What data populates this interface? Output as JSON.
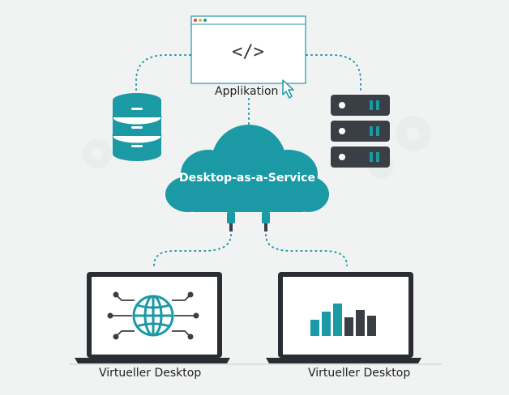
{
  "application": {
    "code_symbol": "</>",
    "label": "Applikation"
  },
  "cloud": {
    "label": "Desktop-as-a-Service"
  },
  "desktops": [
    {
      "label": "Virtueller Desktop",
      "screen_content": "globe-network-icon"
    },
    {
      "label": "Virtueller Desktop",
      "screen_content": "bar-chart-icon"
    }
  ],
  "colors": {
    "accent_teal": "#1b9aa6",
    "dark_slate": "#3a3f45",
    "background": "#f1f2f2"
  }
}
